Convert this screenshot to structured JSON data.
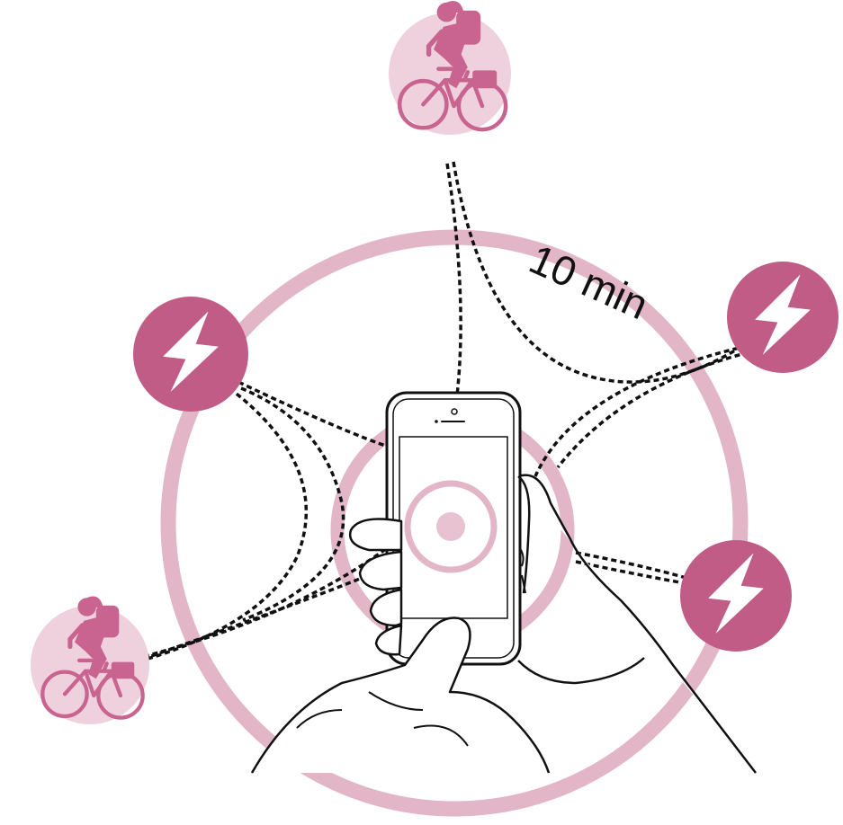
{
  "diagram": {
    "radius_label": "10 min",
    "colors": {
      "ring": "#e2b6c6",
      "node": "#c05c86",
      "node_icon": "#ffffff",
      "rider_bg": "#efd1dd",
      "rider": "#c9638f",
      "link": "#111111",
      "outline": "#111111"
    },
    "nodes": [
      {
        "kind": "charging-station",
        "icon": "lightning-bolt-icon"
      },
      {
        "kind": "charging-station",
        "icon": "lightning-bolt-icon"
      },
      {
        "kind": "charging-station",
        "icon": "lightning-bolt-icon"
      },
      {
        "kind": "courier",
        "icon": "cyclist-icon"
      },
      {
        "kind": "courier",
        "icon": "cyclist-icon"
      }
    ],
    "center": {
      "kind": "smartphone",
      "icon": "smartphone-icon"
    }
  }
}
